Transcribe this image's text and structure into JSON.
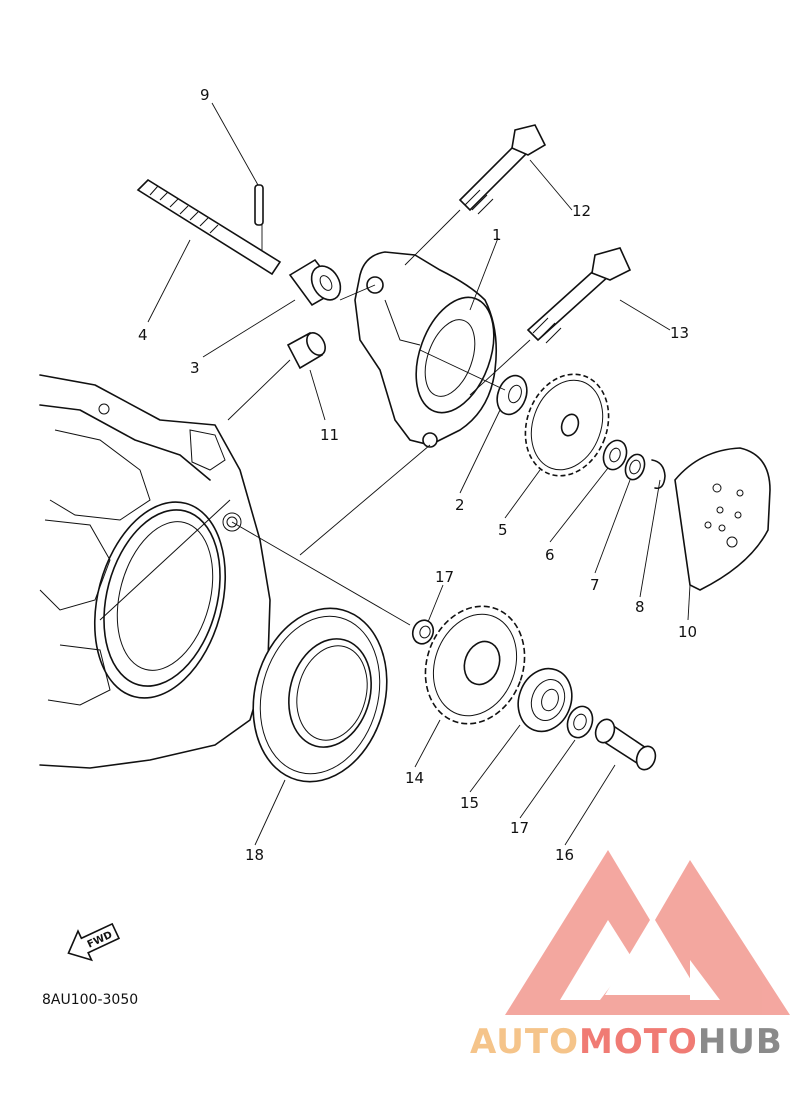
{
  "diagram_code": "8AU100-3050",
  "fwd_label": "FWD",
  "watermark": {
    "part1": "AUTO",
    "part2": "MOTO",
    "part3": "HUB",
    "color1": "#f5c48a",
    "color2": "#f07b74",
    "color3": "#8a8a8a"
  },
  "callouts": [
    "1",
    "2",
    "3",
    "4",
    "5",
    "6",
    "7",
    "8",
    "9",
    "10",
    "11",
    "12",
    "13",
    "14",
    "15",
    "16",
    "17",
    "17",
    "18"
  ]
}
